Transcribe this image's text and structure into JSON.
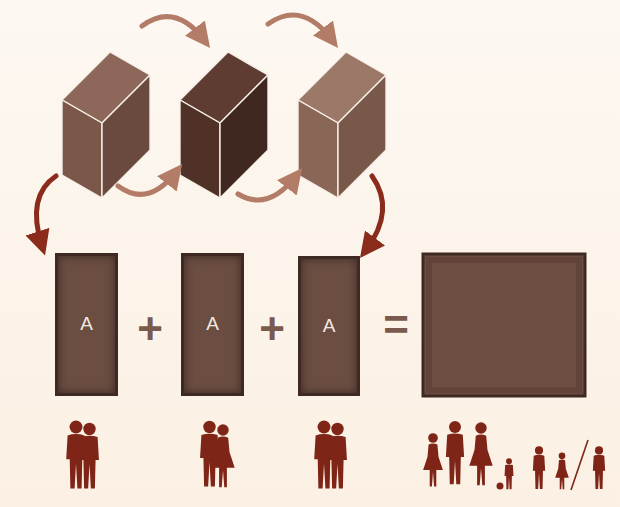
{
  "diagram": {
    "nodes": [
      {
        "text": [
          "A"
        ]
      },
      {
        "text": [
          "A"
        ]
      },
      {
        "text": [
          "A"
        ]
      }
    ],
    "labels": [
      "+",
      "+",
      "="
    ]
  }
}
